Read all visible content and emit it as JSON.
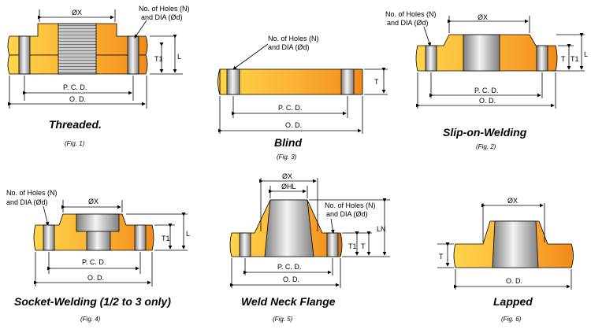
{
  "colors": {
    "orange_light": "#ffd54a",
    "orange_dark": "#f28a1a",
    "steel_light": "#f2f2f2",
    "steel_dark": "#8c8c8c"
  },
  "labels": {
    "holes_line1": "No. of Holes (N)",
    "holes_line2": "and DIA (Ød)",
    "bore": "ØX",
    "hub": "ØHL",
    "pcd": "P. C. D.",
    "od": "O. D.",
    "t": "T",
    "t1": "T1",
    "l": "L",
    "ln": "LN"
  },
  "figures": [
    {
      "title": "Threaded.",
      "caption": "(Fig. 1)"
    },
    {
      "title": "Blind",
      "caption": "(Fig. 3)"
    },
    {
      "title": "Slip-on-Welding",
      "caption": "(Fig. 2)"
    },
    {
      "title": "Socket-Welding (1/2 to 3 only)",
      "caption": "(Fig. 4)"
    },
    {
      "title": "Weld Neck Flange",
      "caption": "(Fig. 5)"
    },
    {
      "title": "Lapped",
      "caption": "(Fig. 6)"
    }
  ]
}
